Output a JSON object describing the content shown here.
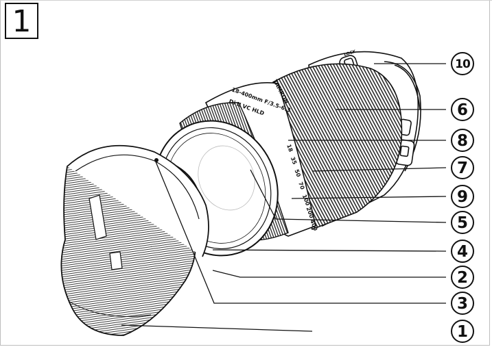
{
  "figure": {
    "number": "1"
  },
  "lens": {
    "brand_text": "TAMRON",
    "model_text": "18-400mm F/3.5-6.3",
    "spec_text": "Di II VC HLD",
    "lock_text": "LOCK",
    "scale_marks": [
      "18",
      "35",
      "50",
      "70",
      "100",
      "200",
      "400"
    ]
  },
  "callouts": [
    {
      "label": "1"
    },
    {
      "label": "2"
    },
    {
      "label": "3"
    },
    {
      "label": "4"
    },
    {
      "label": "5"
    },
    {
      "label": "6"
    },
    {
      "label": "7"
    },
    {
      "label": "8"
    },
    {
      "label": "9"
    },
    {
      "label": "10"
    }
  ]
}
